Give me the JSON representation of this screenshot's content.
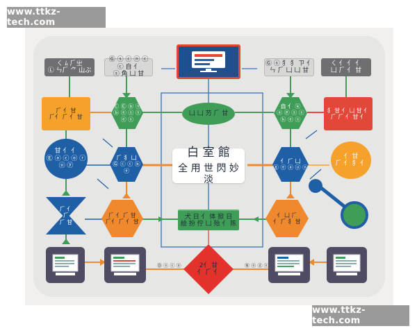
{
  "watermark": {
    "top": "www.ttkz-tech.com",
    "bottom": "www.ttkz-tech.com"
  },
  "colors": {
    "green": "#3f9d57",
    "blue": "#1f5fa6",
    "orange": "#f5a12b",
    "red": "#e2473a",
    "gray": "#6f6f72",
    "panel": "#e6e7e5"
  },
  "nodes": {
    "top_left_1": [
      "ㄑ ﾑ ⺁㞢",
      "Ⓛ ㄣ⺁ ⺈ 山ぶ"
    ],
    "top_left_2": [
      "Ⓖ ⓢ ⓒ ⓝ ⓒ ⓒ ⾃ ⺅",
      "ⓢ ⾓ ⼐ ⽢"
    ],
    "top_right_1": [
      "Ⓖ ⓢ ⺨ ⺨ ㄗ ⺅",
      "ㄣ ⺁ ⼐ ⼐ ⽢"
    ],
    "top_right_2": [
      "ㄑ ⺅ ⺅ ⺅",
      "⼐ ⺁ ⺅ ⽢"
    ],
    "orange_left": [
      "⺁ ⺅ ⽢",
      "⺁⺅ ⺁ ⺅ ⽢"
    ],
    "hex_green_left": [
      "Ⓒ Ⓒ ⓑ ⓢ",
      "ⓑ ⓔ ⓢ ⓢ ⓔ ⓢ"
    ],
    "ellipse_top": "⼐ ⼐ 芀 ⺁ ⽢",
    "hex_green_right": [
      "⾃ ⺅ ⓚ",
      "ⓐ ⓟ ⓢ ⓢ ⓗ ⓔ ⓢ"
    ],
    "red_right": [
      "⺨ ⽢ ⺅ ⼐ ⽢ ⺅",
      "⺁ ⺁ ⺅ ⽢ ⺅"
    ],
    "blue_circle_left": [
      "⽢ ⺅ ⺅",
      "Ⓔ ⓐ ⓒ ⓞ ⓡ ⓤ ⓨ"
    ],
    "hex_blue_left": [
      "⺁ ⺨ ⼐",
      "Ⓖ ⓒ ⓒ ⓑ ⓔ"
    ],
    "center": [
      "白 室 館",
      "全 用 世 閃 妙 淡"
    ],
    "hex_blue_right": [
      "⺅ ⺁ ⼐",
      "ⓖ ⓔ ⓐ ⓤ ⓝ"
    ],
    "orange_circle_right": [
      "⺅ ⽢",
      "⺁ ⺅ ⺨ ⺅"
    ],
    "hourglass": [
      "⺁ ⺅",
      "⺁",
      "⺁ ⽢"
    ],
    "hex_orange_left": [
      "⺁ ⺅ ⺁ ⽢",
      "⺁⺅ ⺁ ⺅ ⽢"
    ],
    "green_rect_center": [
      "犬 日 ⺅ 体 掀 日",
      "絵 扮 佇 ⼐ 殆 ⺅ 陈"
    ],
    "hex_orange_right": [
      "⺅ ⼐ ⺁",
      "⺅ ⺁ ⺨ ⽢"
    ],
    "diamond": [
      "2⺅ ⽢",
      "⺅ ⺁ ⺅"
    ],
    "label_left": "Ⓓ ⓔ ⓒ ⓞ",
    "label_right": "Ⓝ ⓞ ⓓ ⓔ"
  }
}
